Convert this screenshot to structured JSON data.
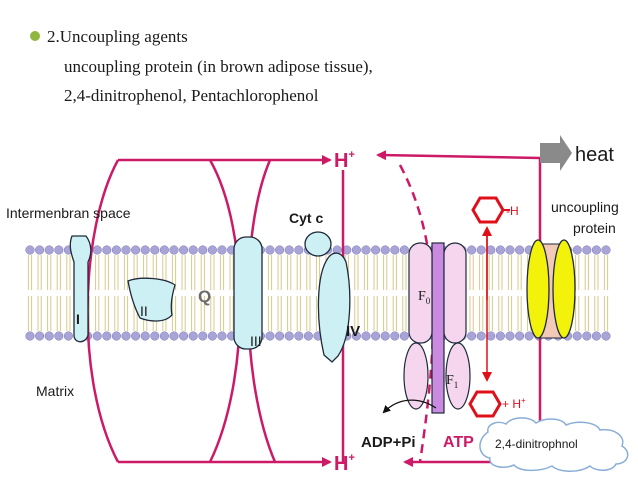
{
  "header": {
    "bullet_color": "#8fb63e",
    "title": "2.Uncoupling agents",
    "line1": "uncoupling protein (in brown adipose tissue),",
    "line2": "2,4-dinitrophenol,  Pentachlorophenol"
  },
  "labels": {
    "intermembrane": "Intermenbran space",
    "matrix": "Matrix",
    "heat": "heat",
    "uncoupling_1": "uncoupling",
    "uncoupling_2": "protein",
    "cytc": "Cyt c",
    "h_top": "H",
    "h_bottom": "H",
    "h_sup": "+",
    "complex_1": "I",
    "complex_2": "II",
    "complex_q": "Q",
    "complex_3": "III",
    "complex_4": "IV",
    "f0": "F",
    "f0_sub": "0",
    "f1": "F",
    "f1_sub": "1",
    "adp": "ADP+Pi",
    "atp": "ATP",
    "dnp_h_top": "-H",
    "dnp_h_bottom": "+ H",
    "dnp_caption": "2,4-dinitrophnol"
  },
  "colors": {
    "magenta": "#cc1a66",
    "red": "#e0101a",
    "cyan_fill": "#cdf0f4",
    "f_pink": "#f6d6ee",
    "f_purple": "#c98ae0",
    "yellow": "#f2f20a",
    "lipid_head": "#a9a4d8",
    "lipid_tail": "#d9c98a"
  }
}
